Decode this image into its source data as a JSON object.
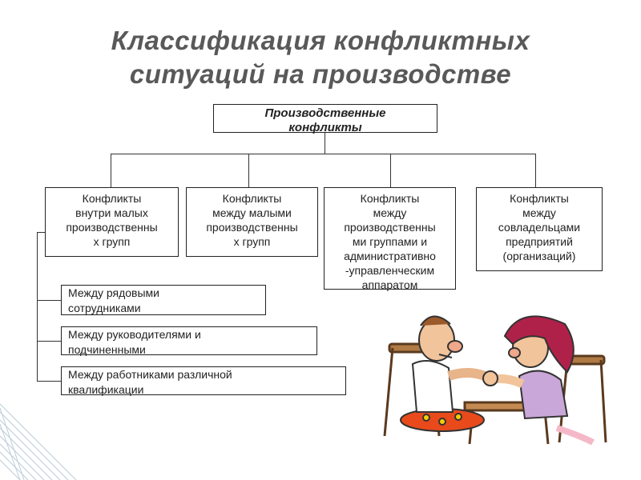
{
  "title": {
    "line1": "Классификация конфликтных",
    "line2": "ситуаций на производстве"
  },
  "root": {
    "line1": "Производственные",
    "line2": "конфликты"
  },
  "categories": [
    {
      "lines": [
        "Конфликты",
        "внутри малых",
        "производственны",
        "х групп"
      ]
    },
    {
      "lines": [
        "Конфликты",
        "между малыми",
        "производственны",
        "х групп"
      ]
    },
    {
      "lines": [
        "Конфликты",
        "между",
        "производственны",
        "ми группами и",
        "административно",
        "-управленческим",
        "аппаратом"
      ]
    },
    {
      "lines": [
        "Конфликты",
        "между",
        "совладельцами",
        "предприятий",
        "(организаций)"
      ]
    }
  ],
  "subcategories": [
    {
      "lines": [
        "Между рядовыми",
        "сотрудниками"
      ]
    },
    {
      "lines": [
        "Между руководителями и",
        "подчиненными"
      ]
    },
    {
      "lines": [
        "Между работниками различной",
        "квалификации"
      ]
    }
  ],
  "illustration": {
    "icon": "arm-wrestling-cartoon-icon"
  }
}
